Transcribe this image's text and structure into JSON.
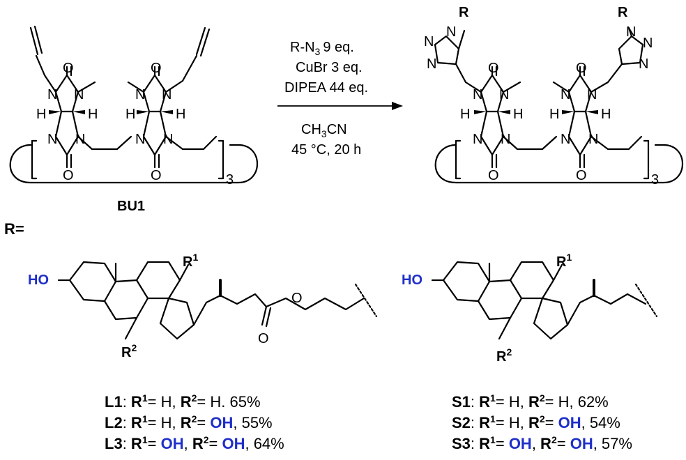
{
  "reaction": {
    "conditions_above": [
      "R-N",
      "9 eq.",
      "CuBr 3 eq.",
      "DIPEA 44 eq."
    ],
    "azide_subscript": "3",
    "solvent": "CH",
    "solvent_subscript": "3",
    "solvent_tail": "CN",
    "temperature_time": "45 °C, 20 h"
  },
  "reactant_label": "BU1",
  "repeat_count": "3",
  "atoms": {
    "N": "N",
    "O": "O",
    "H": "H",
    "R": "R",
    "HO": "HO"
  },
  "r_equals": "R=",
  "superscripts": {
    "one": "1",
    "two": "2"
  },
  "legend": {
    "left": [
      {
        "id": "L1",
        "r1": "H",
        "r2": "H",
        "tail": ". 65%"
      },
      {
        "id": "L2",
        "r1": "H",
        "r2": "OH",
        "tail": ", 55%"
      },
      {
        "id": "L3",
        "r1": "OH",
        "r2": "OH",
        "tail": ", 64%"
      }
    ],
    "right": [
      {
        "id": "S1",
        "r1": "H",
        "r2": "H",
        "tail": ", 62%"
      },
      {
        "id": "S2",
        "r1": "H",
        "r2": "OH",
        "tail": ", 54%"
      },
      {
        "id": "S3",
        "r1": "OH",
        "r2": "OH",
        "tail": ", 57%"
      }
    ],
    "colon": ": ",
    "equals": "= ",
    "sep": ",  ",
    "highlight_color": "#1f2fc9"
  }
}
